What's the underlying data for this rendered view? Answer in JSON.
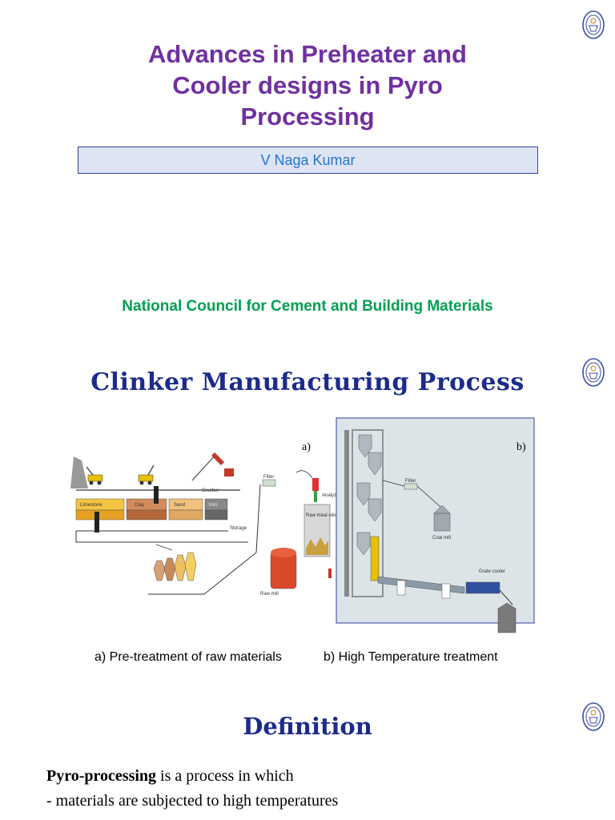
{
  "slide1": {
    "title_lines": [
      "Advances in Preheater and",
      "Cooler designs in Pyro",
      "Processing"
    ],
    "author": "V Naga Kumar",
    "organization": "National Council for Cement and Building Materials"
  },
  "slide2": {
    "title": "Clinker Manufacturing Process",
    "diagram_labels": {
      "part_a": "a)",
      "part_b": "b)",
      "limestone": "Limestone",
      "clay": "Clay",
      "sand": "Sand",
      "iron": "Iron",
      "crusher": "Crusher",
      "storage": "Storage",
      "filter_a": "Filter",
      "analyzer": "Analyzer",
      "raw_meal_silo": "Raw meal silo",
      "raw_mill": "Raw mill",
      "filter_b": "Filter",
      "coal_mill": "Coal mill",
      "grate_cooler": "Grate cooler"
    },
    "caption_a": "a) Pre-treatment of raw materials",
    "caption_b": "b) High Temperature treatment"
  },
  "slide3": {
    "title": "Definition",
    "term": "Pyro-processing",
    "line1_rest": " is a process in which",
    "line2": "-  materials are subjected to high temperatures"
  },
  "colors": {
    "title_purple": "#7030a0",
    "author_blue": "#2575d0",
    "author_box_bg": "#dde4f4",
    "org_green": "#00a050",
    "heading_navy": "#1c2b8c"
  },
  "icons": [
    "institution-seal-icon"
  ]
}
